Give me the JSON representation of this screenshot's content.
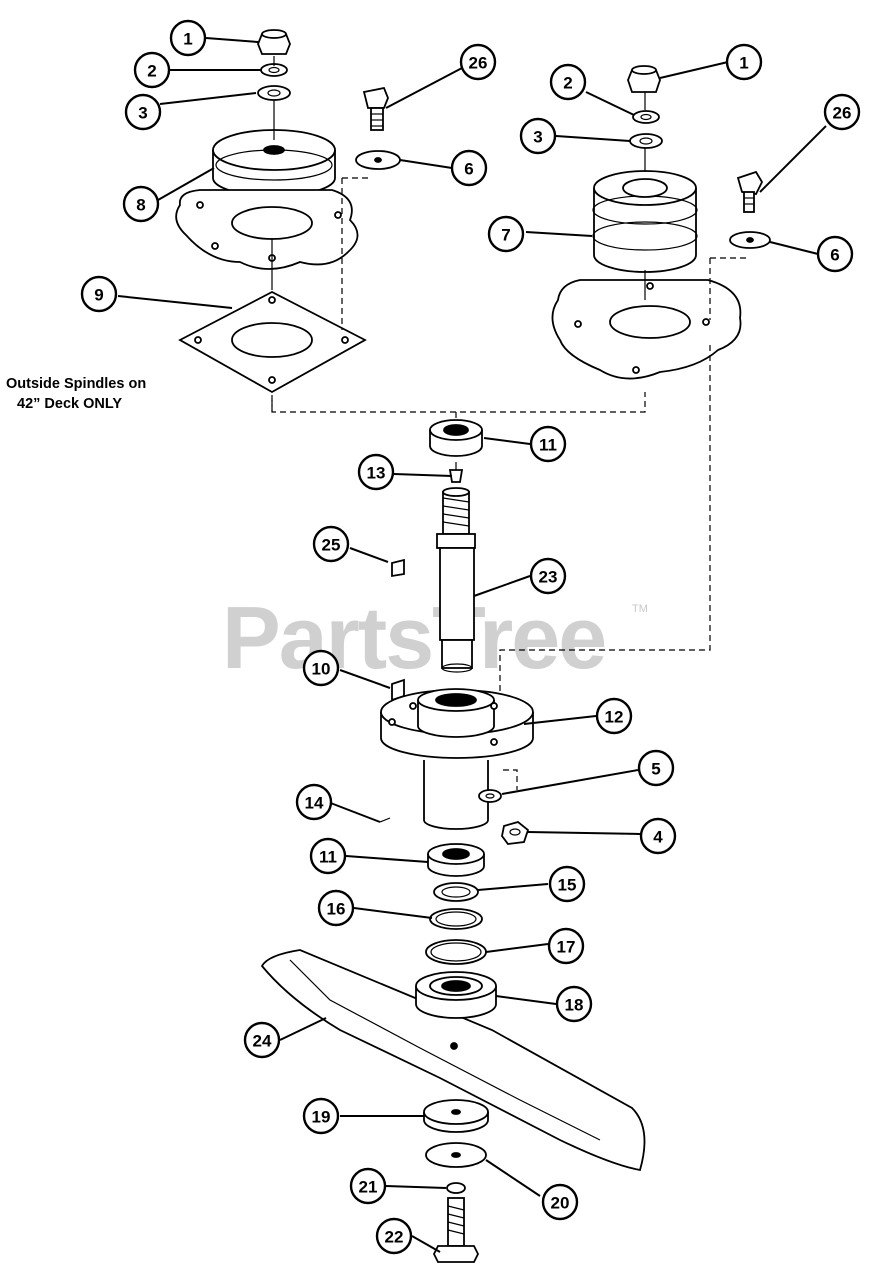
{
  "watermark": {
    "brand": "PartsTree",
    "trademark": "TM"
  },
  "note": {
    "line1": "Outside Spindles on",
    "line2": "42” Deck ONLY"
  },
  "callouts": [
    {
      "id": "c-1a",
      "label": "1"
    },
    {
      "id": "c-2a",
      "label": "2"
    },
    {
      "id": "c-3a",
      "label": "3"
    },
    {
      "id": "c-26a",
      "label": "26"
    },
    {
      "id": "c-6a",
      "label": "6"
    },
    {
      "id": "c-8",
      "label": "8"
    },
    {
      "id": "c-9",
      "label": "9"
    },
    {
      "id": "c-1b",
      "label": "1"
    },
    {
      "id": "c-2b",
      "label": "2"
    },
    {
      "id": "c-3b",
      "label": "3"
    },
    {
      "id": "c-26b",
      "label": "26"
    },
    {
      "id": "c-7",
      "label": "7"
    },
    {
      "id": "c-6b",
      "label": "6"
    },
    {
      "id": "c-11a",
      "label": "11"
    },
    {
      "id": "c-13",
      "label": "13"
    },
    {
      "id": "c-25",
      "label": "25"
    },
    {
      "id": "c-23",
      "label": "23"
    },
    {
      "id": "c-10",
      "label": "10"
    },
    {
      "id": "c-12",
      "label": "12"
    },
    {
      "id": "c-5",
      "label": "5"
    },
    {
      "id": "c-14",
      "label": "14"
    },
    {
      "id": "c-4",
      "label": "4"
    },
    {
      "id": "c-11b",
      "label": "11"
    },
    {
      "id": "c-15",
      "label": "15"
    },
    {
      "id": "c-16",
      "label": "16"
    },
    {
      "id": "c-17",
      "label": "17"
    },
    {
      "id": "c-18",
      "label": "18"
    },
    {
      "id": "c-24",
      "label": "24"
    },
    {
      "id": "c-19",
      "label": "19"
    },
    {
      "id": "c-21",
      "label": "21"
    },
    {
      "id": "c-20",
      "label": "20"
    },
    {
      "id": "c-22",
      "label": "22"
    }
  ]
}
